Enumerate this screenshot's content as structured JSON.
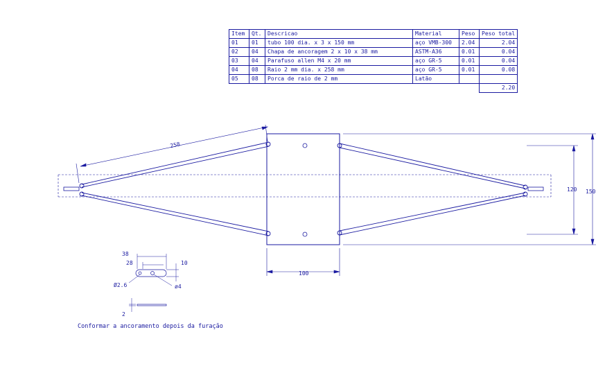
{
  "table": {
    "headers": [
      "Item",
      "Qt.",
      "Descricao",
      "Material",
      "Peso",
      "Peso total"
    ],
    "rows": [
      [
        "01",
        "01",
        "tubo 100 dia. x 3 x 150 mm",
        "aço VMB-300",
        "2.04",
        "2.04"
      ],
      [
        "02",
        "04",
        "Chapa de ancoragem 2 x 10 x 38 mm",
        "ASTM-A36",
        "0.01",
        "0.04"
      ],
      [
        "03",
        "04",
        "Parafuso allen M4 x 20 mm",
        "aço GR-5",
        "0.01",
        "0.04"
      ],
      [
        "04",
        "08",
        "Raio 2 mm dia. x 258 mm",
        "aço GR-5",
        "0.01",
        "0.08"
      ],
      [
        "05",
        "08",
        "Porca de raio de 2 mm",
        "Latão",
        "",
        ""
      ]
    ],
    "total": "2.20"
  },
  "dimensions": {
    "spoke_length": "258",
    "inner_height": "120",
    "outer_height": "150",
    "hub_width": "100",
    "plate_length": "38",
    "hole_spacing": "28",
    "plate_width": "10",
    "hole_dia_small": "Ø2.6",
    "hole_dia_large": "ø4",
    "plate_thickness": "2"
  },
  "note": "Conformar a ancoramento depois da furação",
  "colors": {
    "line": "#1a1aa0",
    "background": "#ffffff"
  }
}
